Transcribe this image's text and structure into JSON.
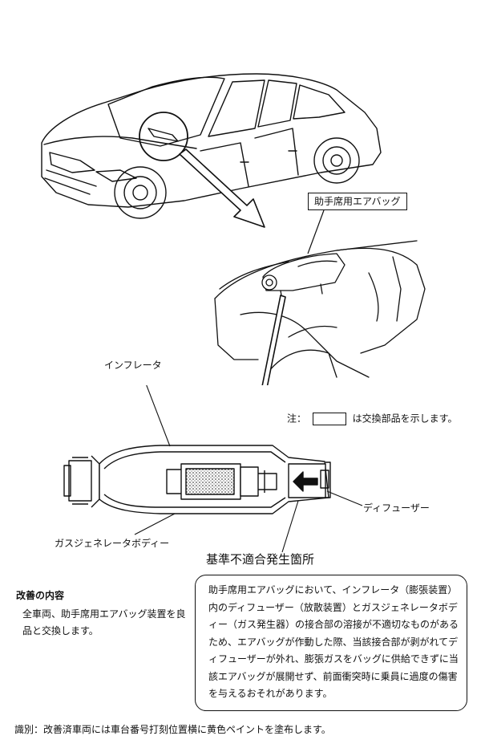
{
  "labels": {
    "passenger_airbag": "助手席用エアバッグ",
    "inflator": "インフレータ",
    "diffuser": "ディフューザー",
    "gas_generator_body": "ガスジェネレータボディー",
    "defect_heading": "基準不適合発生箇所"
  },
  "note": {
    "prefix": "注：",
    "suffix": "は交換部品を示します。"
  },
  "remedy": {
    "title": "改善の内容",
    "body": "全車両、助手席用エアバッグ装置を良品と交換します。"
  },
  "defect": {
    "body": "助手席用エアバッグにおいて、インフレータ（膨張装置）内のディフューザー（放散装置）とガスジェネレータボディー（ガス発生器）の接合部の溶接が不適切なものがあるため、エアバッグが作動した際、当該接合部が剥がれてディフューザーが外れ、膨張ガスをバッグに供給できずに当該エアバッグが展開せず、前面衝突時に乗員に過度の傷害を与えるおそれがあります。"
  },
  "identification": "識別：改善済車両には車台番号打刻位置横に黄色ペイントを塗布します。"
}
